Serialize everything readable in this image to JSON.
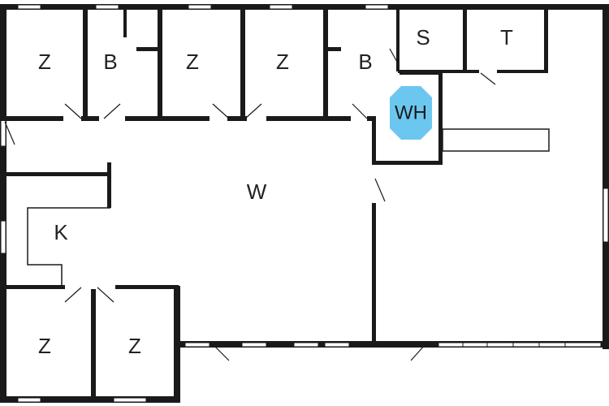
{
  "colors": {
    "wall": "#1a1a1a",
    "window": "#ffffff",
    "floor": "#ffffff",
    "water_heater": "#6cc7f0"
  },
  "rooms": {
    "bedroom_top_1": "Z",
    "bath_top_1": "B",
    "bedroom_top_2": "Z",
    "bedroom_top_3": "Z",
    "bath_top_2": "B",
    "storage": "S",
    "toilet": "T",
    "water_heater": "WH",
    "living": "W",
    "kitchen": "K",
    "bedroom_bottom_1": "Z",
    "bedroom_bottom_2": "Z"
  },
  "icons": {
    "water_heater": "octagon-icon"
  }
}
